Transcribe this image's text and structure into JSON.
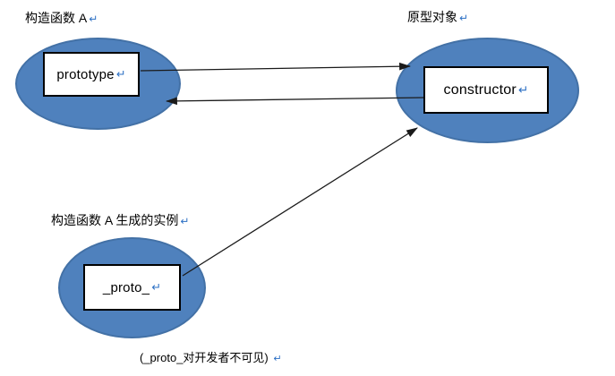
{
  "colors": {
    "page_bg": "#FFFFFF",
    "ellipse_fill": "#4F81BD",
    "ellipse_border": "#4371A6",
    "box_bg": "#FFFFFF",
    "box_border": "#000000",
    "text": "#000000",
    "arrow": "#1A1A1A",
    "return_mark": "#2B6FC4"
  },
  "diagram": {
    "return_mark": "↵",
    "nodes": [
      {
        "id": "constructor-function-a",
        "label": "构造函数 A",
        "box_label": "prototype"
      },
      {
        "id": "prototype-object",
        "label": "原型对象",
        "box_label": "constructor"
      },
      {
        "id": "instance-of-a",
        "label": "构造函数 A 生成的实例",
        "box_label": "_proto_"
      }
    ],
    "edges": [
      {
        "from": "prototype",
        "to": "prototype-object",
        "direction": "right"
      },
      {
        "from": "constructor",
        "to": "constructor-function-a",
        "direction": "left"
      },
      {
        "from": "_proto_",
        "to": "prototype-object",
        "direction": "up-right"
      }
    ],
    "footnote": "(_proto_对开发者不可见)"
  }
}
